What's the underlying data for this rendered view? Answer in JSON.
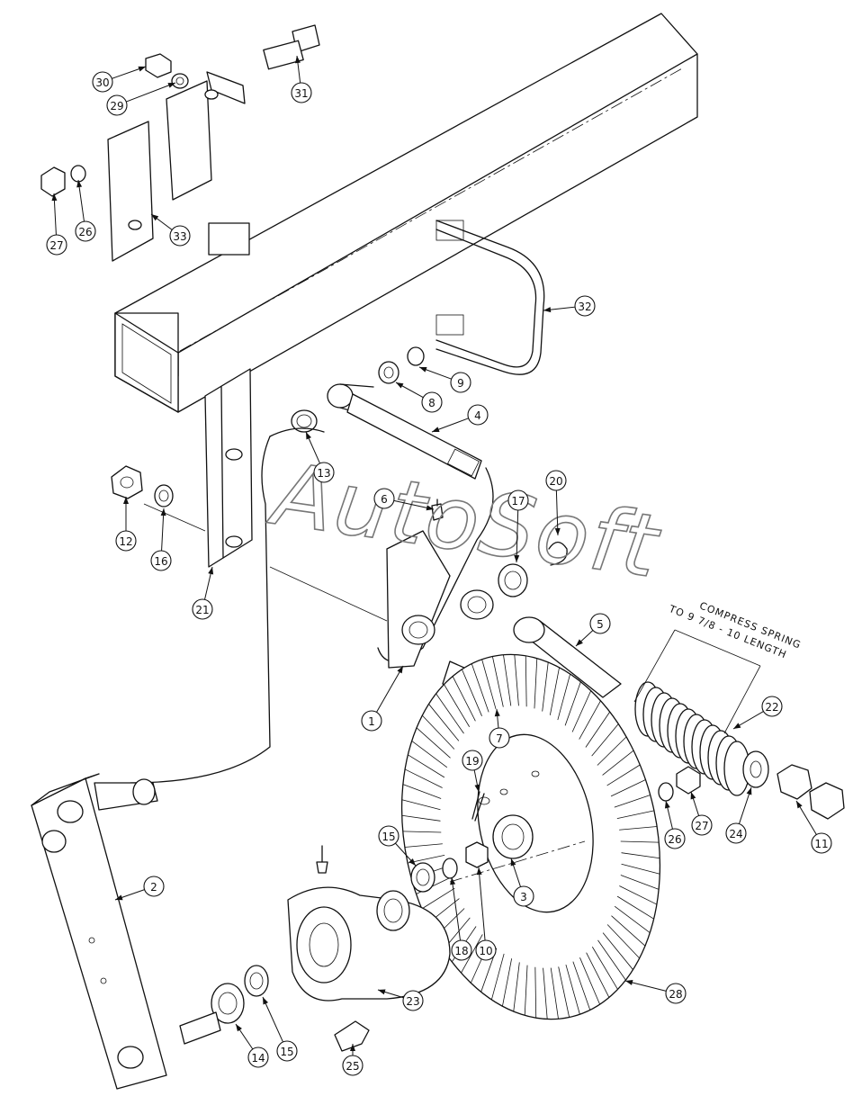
{
  "callouts": [
    {
      "id": "30",
      "label": "30"
    },
    {
      "id": "29",
      "label": "29"
    },
    {
      "id": "31",
      "label": "31"
    },
    {
      "id": "27a",
      "label": "27"
    },
    {
      "id": "26a",
      "label": "26"
    },
    {
      "id": "33",
      "label": "33"
    },
    {
      "id": "32",
      "label": "32"
    },
    {
      "id": "9",
      "label": "9"
    },
    {
      "id": "8",
      "label": "8"
    },
    {
      "id": "4",
      "label": "4"
    },
    {
      "id": "13",
      "label": "13"
    },
    {
      "id": "12",
      "label": "12"
    },
    {
      "id": "16",
      "label": "16"
    },
    {
      "id": "21",
      "label": "21"
    },
    {
      "id": "6",
      "label": "6"
    },
    {
      "id": "17",
      "label": "17"
    },
    {
      "id": "20",
      "label": "20"
    },
    {
      "id": "5",
      "label": "5"
    },
    {
      "id": "22",
      "label": "22"
    },
    {
      "id": "1",
      "label": "1"
    },
    {
      "id": "7",
      "label": "7"
    },
    {
      "id": "19",
      "label": "19"
    },
    {
      "id": "26b",
      "label": "26"
    },
    {
      "id": "27b",
      "label": "27"
    },
    {
      "id": "24",
      "label": "24"
    },
    {
      "id": "11",
      "label": "11"
    },
    {
      "id": "15a",
      "label": "15"
    },
    {
      "id": "3",
      "label": "3"
    },
    {
      "id": "2",
      "label": "2"
    },
    {
      "id": "18",
      "label": "18"
    },
    {
      "id": "10",
      "label": "10"
    },
    {
      "id": "23",
      "label": "23"
    },
    {
      "id": "28",
      "label": "28"
    },
    {
      "id": "14",
      "label": "14"
    },
    {
      "id": "15b",
      "label": "15"
    },
    {
      "id": "25",
      "label": "25"
    }
  ],
  "annotation": {
    "line1": "COMPRESS SPRING",
    "line2": "TO 9 7/8 - 10 LENGTH"
  },
  "watermark": "AutoSoft",
  "colors": {
    "line": "#111111",
    "watermark": "#777777",
    "background": "#ffffff"
  }
}
